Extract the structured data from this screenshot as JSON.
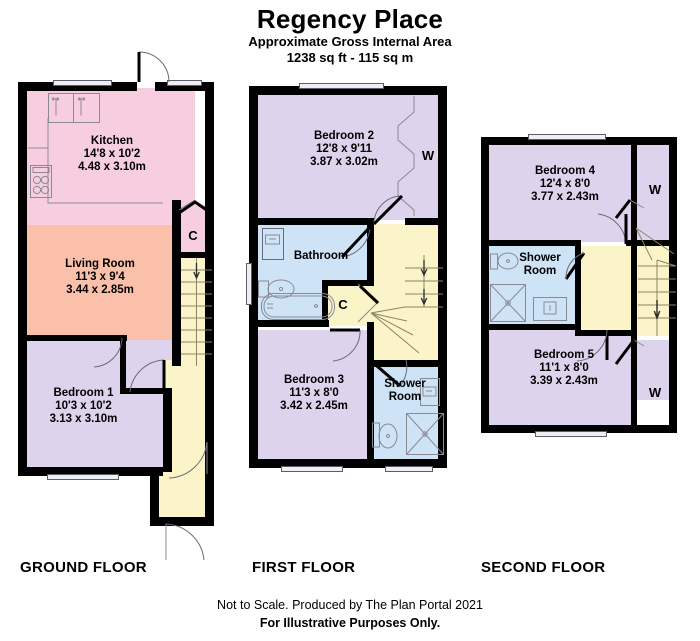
{
  "header": {
    "title": "Regency Place",
    "subtitle_1": "Approximate Gross Internal Area",
    "subtitle_2": "1238 sq ft - 115 sq m"
  },
  "footer": {
    "note": "Not to Scale. Produced by The Plan Portal 2021",
    "illustrative": "For Illustrative Purposes Only."
  },
  "colors": {
    "kitchen_pink": "#F6CEE0",
    "living_salmon": "#FBC0A9",
    "bedroom_lavender": "#DDD3EC",
    "bathroom_blue": "#CFE3F7",
    "hall_stairs_yellow": "#FAF4C8",
    "wall_black": "#000000",
    "window_grey": "#F0EEF5"
  },
  "floors": [
    {
      "id": "ground",
      "label": "GROUND FLOOR",
      "rooms": [
        {
          "id": "kitchen",
          "name": "Kitchen",
          "imperial": "14'8 x 10'2",
          "metric": "4.48 x 3.10m",
          "color": "kitchen_pink"
        },
        {
          "id": "living",
          "name": "Living Room",
          "imperial": "11'3 x 9'4",
          "metric": "3.44 x 2.85m",
          "color": "living_salmon"
        },
        {
          "id": "bedroom1",
          "name": "Bedroom 1",
          "imperial": "10'3 x 10'2",
          "metric": "3.13 x 3.10m",
          "color": "bedroom_lavender"
        }
      ],
      "tags": [
        {
          "id": "cupboard-g",
          "text": "C"
        }
      ],
      "fixtures": [
        "sink-double",
        "hob-four-ring",
        "staircase-up",
        "entrance-door"
      ]
    },
    {
      "id": "first",
      "label": "FIRST FLOOR",
      "rooms": [
        {
          "id": "bedroom2",
          "name": "Bedroom 2",
          "imperial": "12'8 x 9'11",
          "metric": "3.87 x 3.02m",
          "color": "bedroom_lavender"
        },
        {
          "id": "bathroom",
          "name": "Bathroom",
          "imperial": "",
          "metric": "",
          "color": "bathroom_blue"
        },
        {
          "id": "bedroom3",
          "name": "Bedroom 3",
          "imperial": "11'3 x 8'0",
          "metric": "3.42 x 2.45m",
          "color": "bedroom_lavender"
        },
        {
          "id": "shower1",
          "name": "Shower Room",
          "imperial": "",
          "metric": "",
          "color": "bathroom_blue"
        }
      ],
      "tags": [
        {
          "id": "wardrobe-f",
          "text": "W"
        },
        {
          "id": "cupboard-f",
          "text": "C"
        }
      ],
      "fixtures": [
        "washbasin",
        "toilet",
        "bathtub",
        "shower-cubicle",
        "staircase"
      ]
    },
    {
      "id": "second",
      "label": "SECOND FLOOR",
      "rooms": [
        {
          "id": "bedroom4",
          "name": "Bedroom 4",
          "imperial": "12'4 x 8'0",
          "metric": "3.77 x 2.43m",
          "color": "bedroom_lavender"
        },
        {
          "id": "shower2",
          "name": "Shower Room",
          "imperial": "",
          "metric": "",
          "color": "bathroom_blue"
        },
        {
          "id": "bedroom5",
          "name": "Bedroom 5",
          "imperial": "11'1 x 8'0",
          "metric": "3.39 x 2.43m",
          "color": "bedroom_lavender"
        }
      ],
      "tags": [
        {
          "id": "wardrobe-s-top",
          "text": "W"
        },
        {
          "id": "wardrobe-s-bottom",
          "text": "W"
        }
      ],
      "fixtures": [
        "toilet",
        "shower-cubicle",
        "washbasin",
        "staircase"
      ]
    }
  ]
}
